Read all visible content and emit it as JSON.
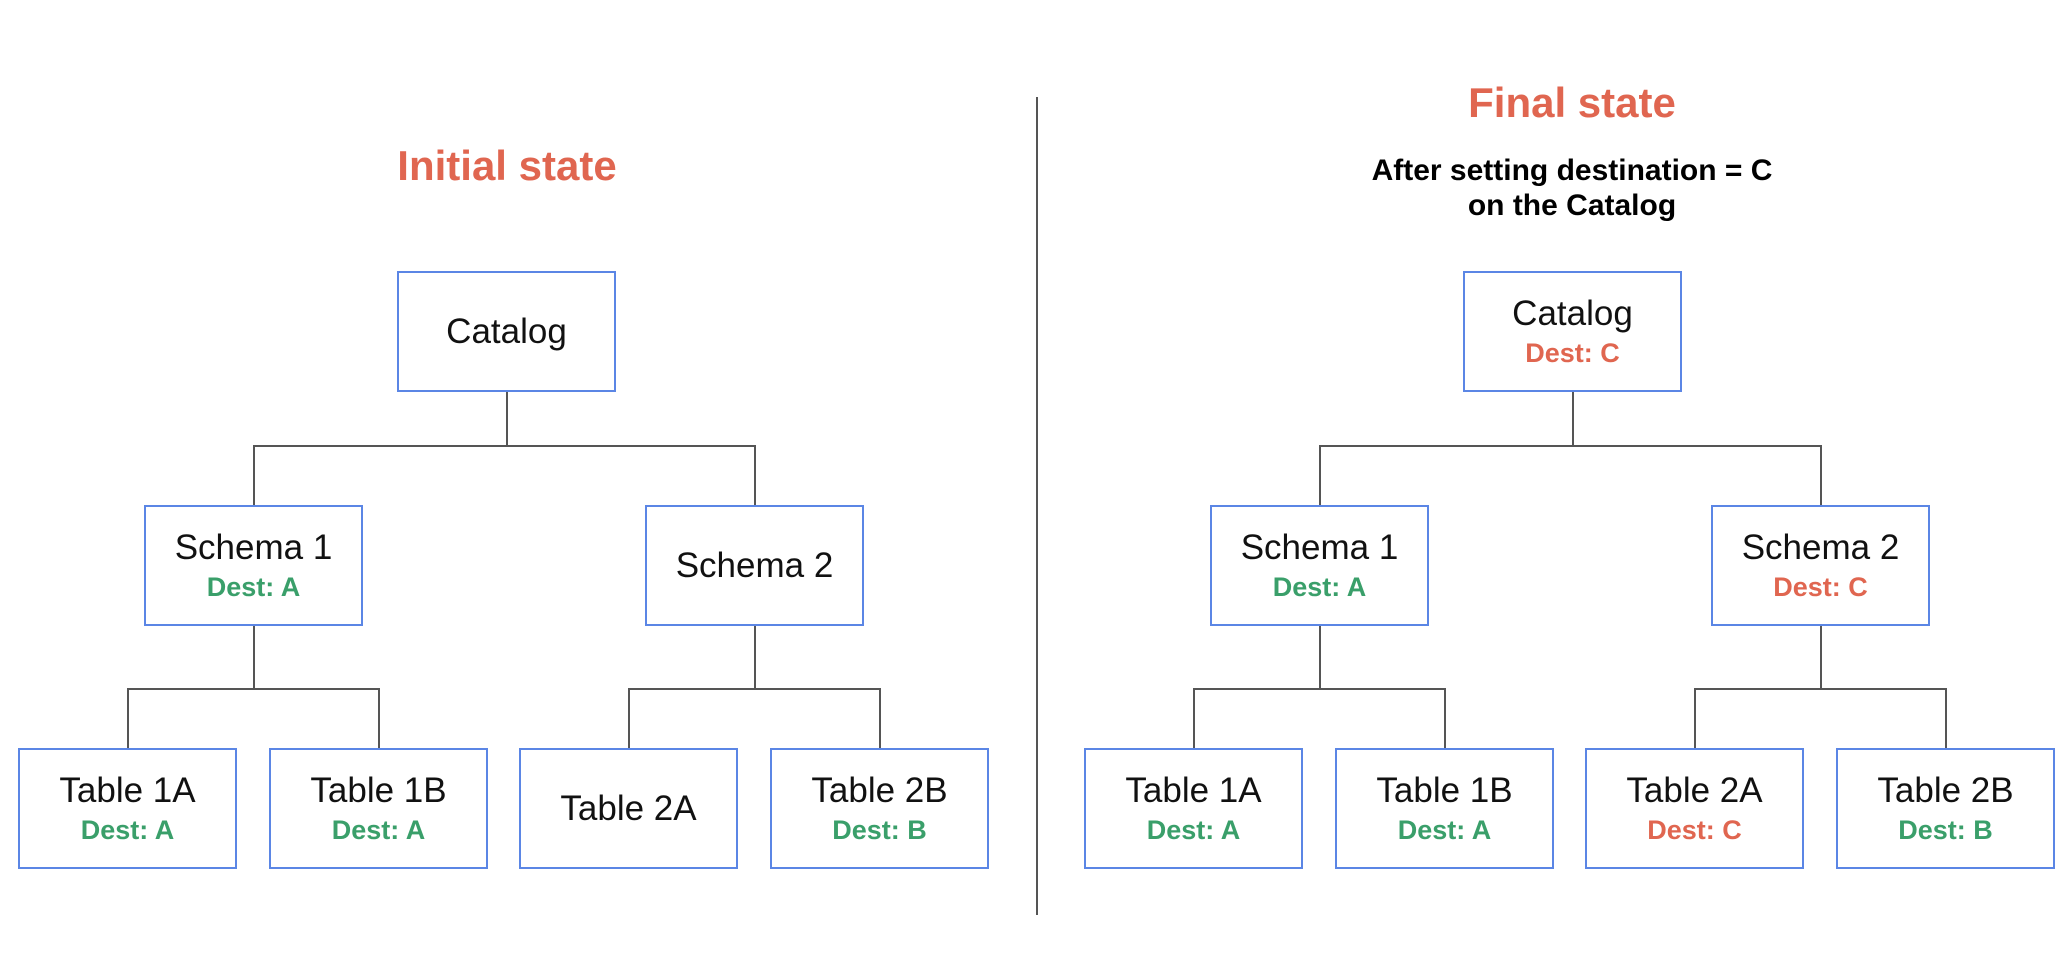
{
  "left": {
    "title": "Initial state",
    "catalog": {
      "label": "Catalog",
      "dest": null
    },
    "schema1": {
      "label": "Schema 1",
      "dest": "Dest: A"
    },
    "schema2": {
      "label": "Schema 2",
      "dest": null
    },
    "table1a": {
      "label": "Table 1A",
      "dest": "Dest: A"
    },
    "table1b": {
      "label": "Table 1B",
      "dest": "Dest: A"
    },
    "table2a": {
      "label": "Table 2A",
      "dest": null
    },
    "table2b": {
      "label": "Table 2B",
      "dest": "Dest: B"
    }
  },
  "right": {
    "title": "Final state",
    "subtitle_line1": "After setting destination = C",
    "subtitle_line2": "on the Catalog",
    "catalog": {
      "label": "Catalog",
      "dest": "Dest: C"
    },
    "schema1": {
      "label": "Schema 1",
      "dest": "Dest: A"
    },
    "schema2": {
      "label": "Schema 2",
      "dest": "Dest: C"
    },
    "table1a": {
      "label": "Table 1A",
      "dest": "Dest: A"
    },
    "table1b": {
      "label": "Table 1B",
      "dest": "Dest: A"
    },
    "table2a": {
      "label": "Table 2A",
      "dest": "Dest: C"
    },
    "table2b": {
      "label": "Table 2B",
      "dest": "Dest: B"
    }
  },
  "colors": {
    "title": "#e06650",
    "inherited_dest": "#3a9f6a",
    "changed_dest": "#e06650",
    "node_border": "#5b86e5"
  }
}
